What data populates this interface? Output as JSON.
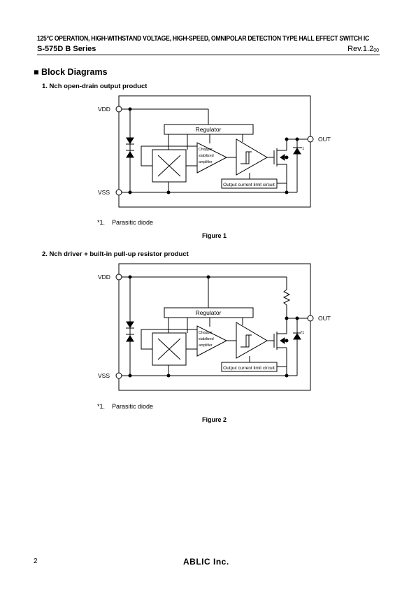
{
  "header": {
    "title": "125°C OPERATION, HIGH-WITHSTAND VOLTAGE, HIGH-SPEED, OMNIPOLAR DETECTION TYPE HALL EFFECT SWITCH IC",
    "series": "S-575D B Series",
    "revision": "Rev.1.2",
    "revision_sub": "00"
  },
  "section": {
    "bullet": "■",
    "title": "Block Diagrams"
  },
  "figure1": {
    "heading": "1.   Nch open-drain output product",
    "vdd": "VDD",
    "vss": "VSS",
    "out": "OUT",
    "regulator": "Regulator",
    "chopper_line1": "Chopper",
    "chopper_line2": "stabilized",
    "chopper_line3": "amplifier",
    "limit": "Output current limit circuit",
    "diode_mark": "*1",
    "note_mark": "*1.",
    "note_text": "Parasitic diode",
    "caption": "Figure 1"
  },
  "figure2": {
    "heading": "2.   Nch driver + built-in pull-up resistor product",
    "vdd": "VDD",
    "vss": "VSS",
    "out": "OUT",
    "regulator": "Regulator",
    "chopper_line1": "Chopper",
    "chopper_line2": "stabilized",
    "chopper_line3": "amplifier",
    "limit": "Output current limit circuit",
    "diode_mark": "*1",
    "note_mark": "*1.",
    "note_text": "Parasitic diode",
    "caption": "Figure 2"
  },
  "footer": {
    "page_number": "2",
    "logo": "ABLIC Inc."
  }
}
